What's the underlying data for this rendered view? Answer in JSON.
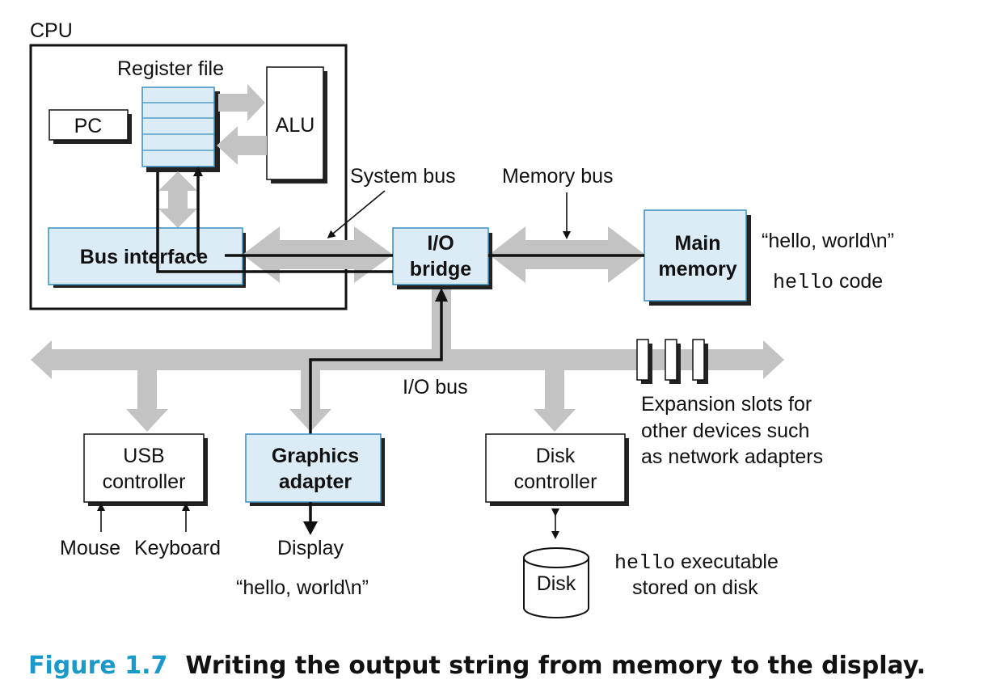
{
  "colors": {
    "box_fill": "#dcecf6",
    "box_stroke": "#3a8fc0",
    "bus": "#c3c3c3",
    "line": "#111111",
    "caption_accent": "#1a9ac9"
  },
  "labels": {
    "cpu": "CPU",
    "register_file": "Register file",
    "pc": "PC",
    "alu": "ALU",
    "bus_interface": "Bus interface",
    "system_bus": "System bus",
    "memory_bus": "Memory bus",
    "io_bridge_line1": "I/O",
    "io_bridge_line2": "bridge",
    "main_memory_line1": "Main",
    "main_memory_line2": "memory",
    "memory_string": "“hello, world\\n”",
    "hello_code_mono": "hello",
    "hello_code_text": " code",
    "io_bus": "I/O bus",
    "expansion_line1": "Expansion slots for",
    "expansion_line2": "other devices such",
    "expansion_line3": "as network adapters",
    "usb_line1": "USB",
    "usb_line2": "controller",
    "graphics_line1": "Graphics",
    "graphics_line2": "adapter",
    "disk_ctrl_line1": "Disk",
    "disk_ctrl_line2": "controller",
    "mouse": "Mouse",
    "keyboard": "Keyboard",
    "display": "Display",
    "display_string": "“hello, world\\n”",
    "disk": "Disk",
    "executable_mono": "hello",
    "executable_text": " executable",
    "stored_on_disk": "stored on disk"
  },
  "caption": {
    "number": "Figure 1.7",
    "text": "Writing the output string from memory to the display."
  }
}
